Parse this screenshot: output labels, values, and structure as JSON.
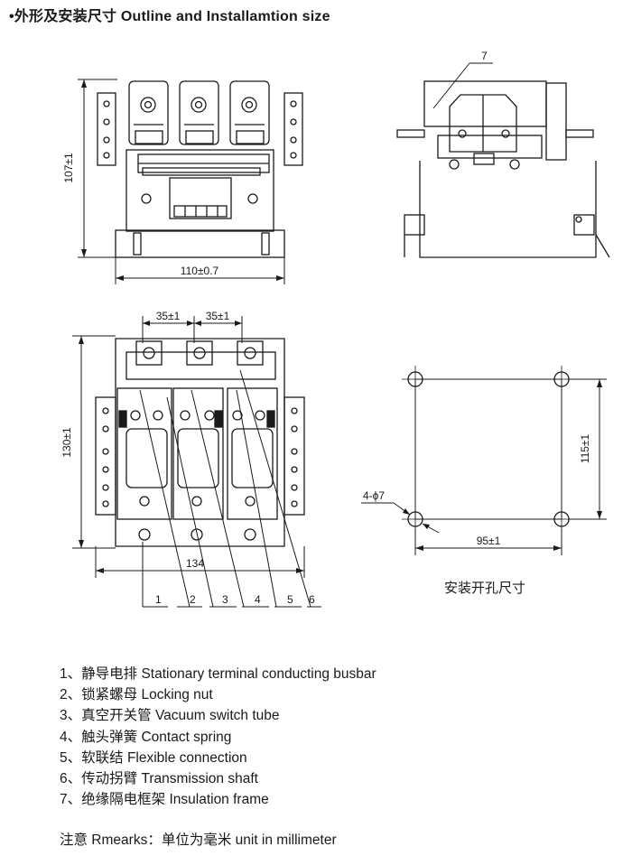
{
  "title": {
    "bullet": "•",
    "zh": "外形及安装尺寸",
    "en": "Outline and Installamtion size"
  },
  "dims": {
    "height_107": "107±1",
    "width_110": "110±0.7",
    "pitch_a": "35±1",
    "pitch_b": "35±1",
    "height_130": "130±1",
    "width_134": "134",
    "hole_height": "115±1",
    "hole_width": "95±1",
    "holes": "4-ϕ7",
    "part7": "7"
  },
  "callouts": [
    "1",
    "2",
    "3",
    "4",
    "5",
    "6"
  ],
  "mounting_caption": "安装开孔尺寸",
  "legend": [
    {
      "num": "1、",
      "zh": "静导电排",
      "en": "Stationary terminal conducting busbar"
    },
    {
      "num": "2、",
      "zh": "锁紧螺母",
      "en": "Locking nut"
    },
    {
      "num": "3、",
      "zh": "真空开关管",
      "en": "Vacuum switch tube"
    },
    {
      "num": "4、",
      "zh": "触头弹簧",
      "en": "Contact spring"
    },
    {
      "num": "5、",
      "zh": "软联结",
      "en": "Flexible connection"
    },
    {
      "num": "6、",
      "zh": "传动拐臂",
      "en": "Transmission shaft"
    },
    {
      "num": "7、",
      "zh": "绝缘隔电框架",
      "en": "Insulation frame"
    }
  ],
  "note": {
    "label": "注意 Rmearks：",
    "text": "单位为毫米 unit in millimeter"
  }
}
